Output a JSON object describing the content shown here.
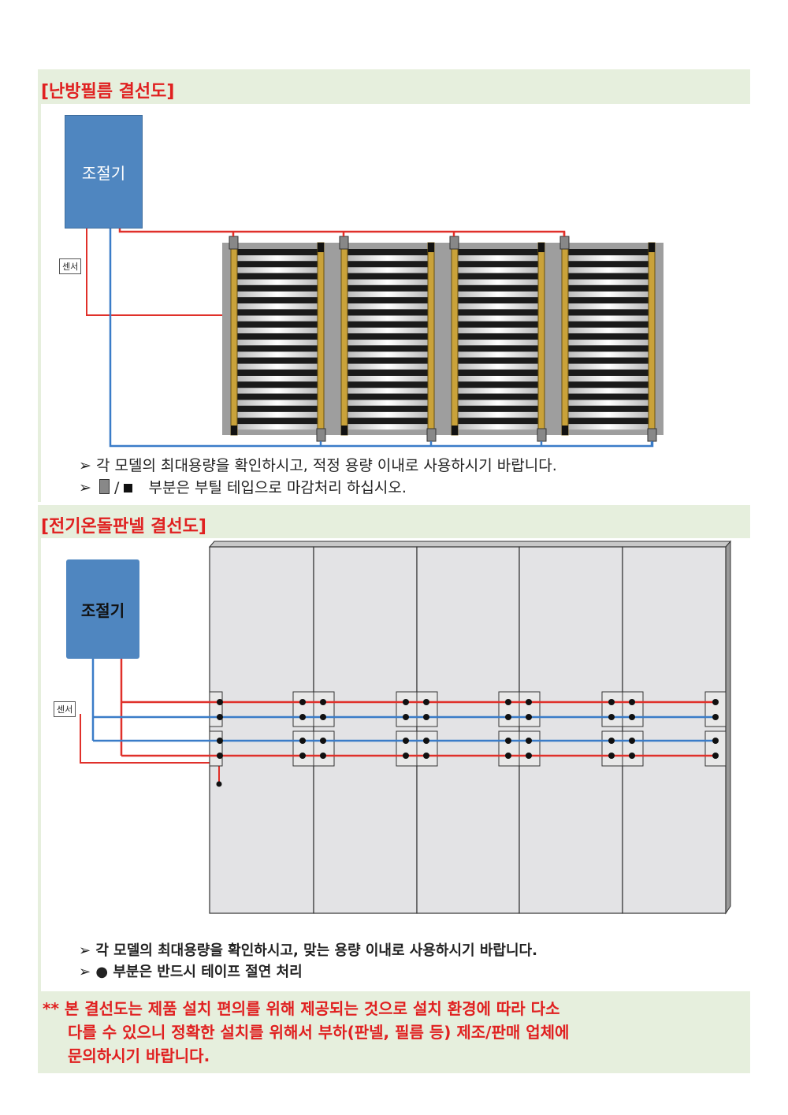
{
  "section1": {
    "title": "[난방필름 결선도]",
    "controller_label": "조절기",
    "sensor_label": "센서",
    "note1": "➢ 각 모델의 최대용량을 확인하시고, 적정 용량 이내로 사용하시기 바랍니다.",
    "note2_prefix": "➢",
    "note2_text": "부분은 부틸 테입으로 마감처리 하십시오."
  },
  "section2": {
    "title": "[전기온돌판넬 결선도]",
    "controller_label": "조절기",
    "sensor_label": "센서",
    "note1": "➢ 각 모델의 최대용량을 확인하시고, 맞는 용량 이내로 사용하시기 바랍니다.",
    "note2": "➢ ● 부분은 반드시 테이프 절연 처리"
  },
  "disclaimer": {
    "line1": "** 본 결선도는 제품 설치 편의를 위해 제공되는 것으로 설치 환경에 따라 다소",
    "line2": "다를 수 있으니 정확한 설치를 위해서 부하(판넬, 필름 등) 제조/판매 업체에",
    "line3": "문의하시기 바랍니다."
  },
  "colors": {
    "section_bg": "#e6efdd",
    "title_red": "#e02020",
    "controller_blue": "#4f86c0",
    "wire_red": "#e0302a",
    "wire_blue": "#3a7cc8"
  }
}
